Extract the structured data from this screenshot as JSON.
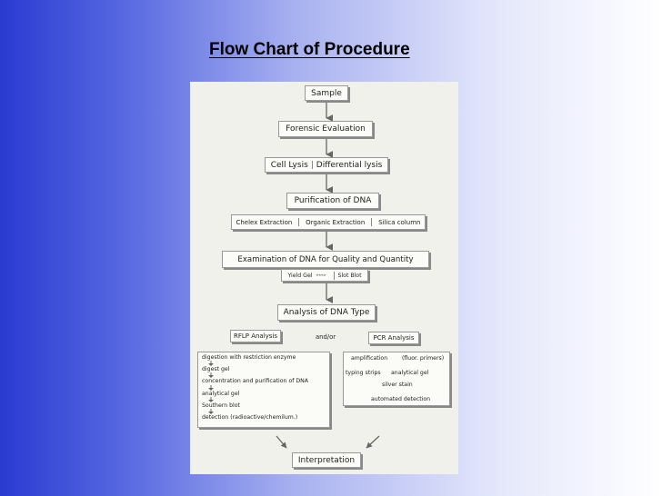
{
  "slide_title": "Flow Chart of Procedure",
  "flow": {
    "sample": "Sample",
    "forensic_evaluation": "Forensic Evaluation",
    "cell_lysis": "Cell Lysis",
    "differential_lysis": "Differential lysis",
    "purification": "Purification of DNA",
    "extractions": [
      "Chelex Extraction",
      "Organic Extraction",
      "Silica column"
    ],
    "examination": "Examination of DNA for Quality and Quantity",
    "yield_gel": "Yield Gel",
    "dash_connector": "«««»",
    "slot_blot": "Slot Blot",
    "analysis_type": "Analysis of DNA Type",
    "rflp_analysis": "RFLP Analysis",
    "and_or": "and/or",
    "pcr_analysis": "PCR Analysis",
    "rflp_steps": [
      "digestion with restriction enzyme",
      "digest gel",
      "concentration and purification of DNA",
      "analytical gel",
      "Southern blot",
      "detection (radioactive/chemilum.)"
    ],
    "pcr": {
      "amplification": "amplification",
      "fluor_primers": "(fluor. primers)",
      "typing_strips": "typing strips",
      "analytical_gel": "analytical gel",
      "silver_stain": "silver stain",
      "automated_detection": "automated detection"
    },
    "interpretation": "Interpretation"
  }
}
